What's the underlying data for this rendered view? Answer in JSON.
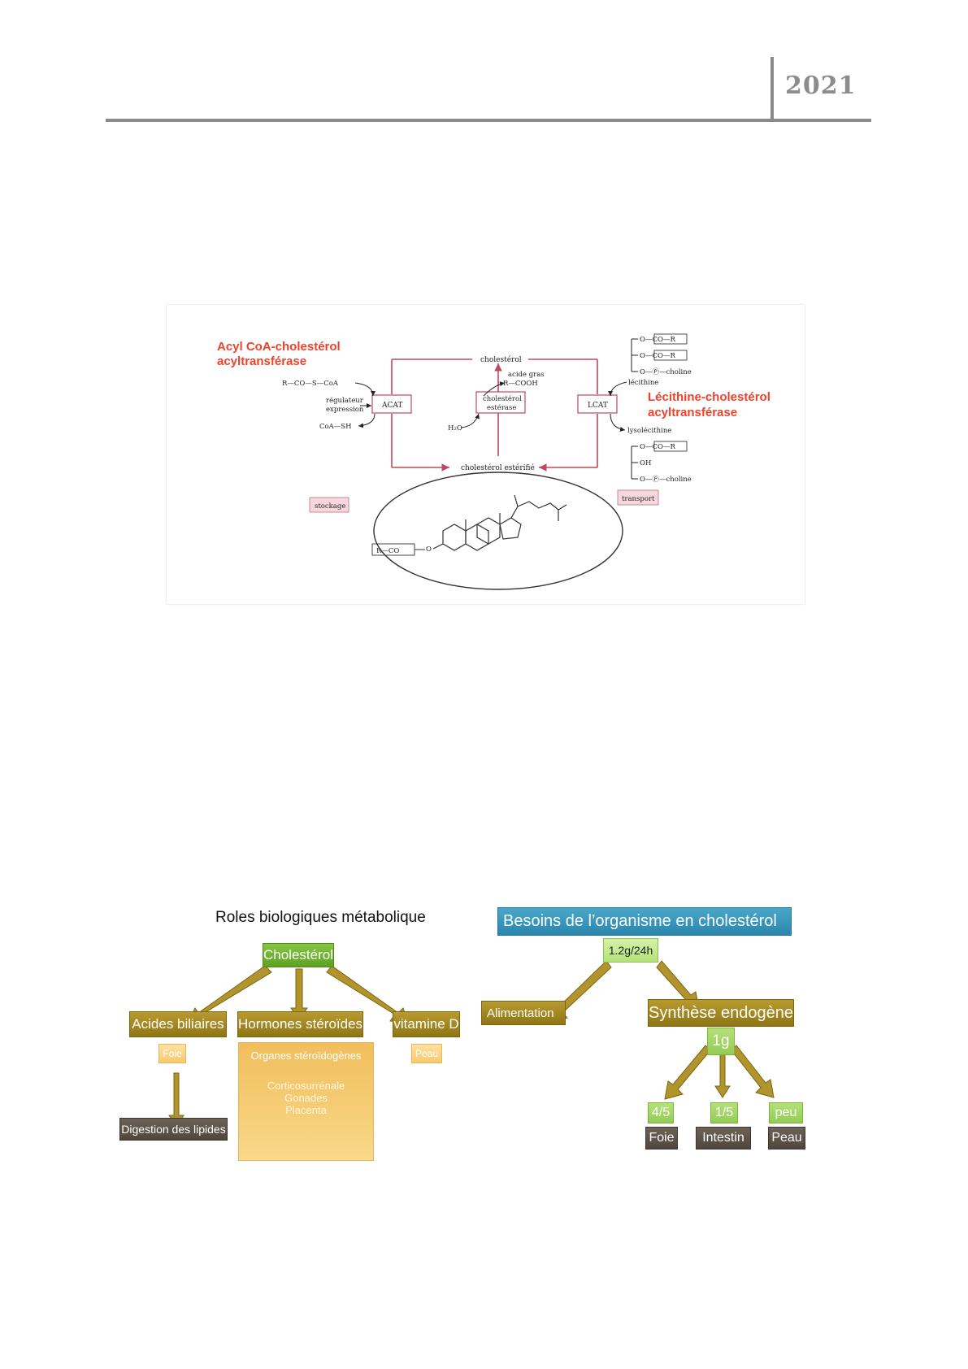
{
  "header": {
    "year": "2021"
  },
  "figure1": {
    "acat_title_line1": "Acyl CoA-cholestérol",
    "acat_title_line2": "acyltransférase",
    "lcat_title_line1": "Lécithine-cholestérol",
    "lcat_title_line2": "acyltransférase",
    "cholesterol": "cholestérol",
    "cholesterol_esterifie": "cholestérol estérifié",
    "acat": "ACAT",
    "lcat": "LCAT",
    "esterase_line1": "cholestérol",
    "esterase_line2": "estérase",
    "acyl_coa": "R—CO—S—CoA",
    "regulateur_line1": "régulateur",
    "regulateur_line2": "expression",
    "coa_sh": "CoA—SH",
    "acide_gras_line1": "acide gras",
    "acide_gras_line2": "R—COOH",
    "h2o": "H₂O",
    "lecithine": "lécithine",
    "lysolecithine": "lysolécithine",
    "lec_r1": "O—CO—R",
    "lec_r2": "O—CO—R",
    "lec_r3": "O—Ⓟ—choline",
    "lyso_r1": "O—CO—R",
    "lyso_r2": "OH",
    "lyso_r3": "O—Ⓟ—choline",
    "stockage": "stockage",
    "transport": "transport",
    "ester_group": "R—CO"
  },
  "diagram_left": {
    "title": "Roles biologiques métabolique",
    "root": "Cholestérol",
    "acides": "Acides biliaires",
    "hormones": "Hormones stéroïdes",
    "vitamine": "vitamine D",
    "foie": "Foie",
    "peau": "Peau",
    "digestion": "Digestion des lipides",
    "organes": "Organes stéroïdogènes",
    "organes_list": [
      "Corticosurrénale",
      "Gonades",
      "Placenta"
    ]
  },
  "diagram_right": {
    "title": "Besoins de l’organisme en cholestérol",
    "daily": "1.2g/24h",
    "alimentation": "Alimentation",
    "synthese": "Synthèse endogène",
    "synthese_qty": "1g",
    "fractions": [
      "4/5",
      "1/5",
      "peu"
    ],
    "organs": [
      "Foie",
      "Intestin",
      "Peau"
    ]
  },
  "colors": {
    "olive": "#a3882a",
    "green": "#6fb22f",
    "blue": "#3596bd",
    "red_title": "#f0412c",
    "loop_line": "#c2475e"
  }
}
